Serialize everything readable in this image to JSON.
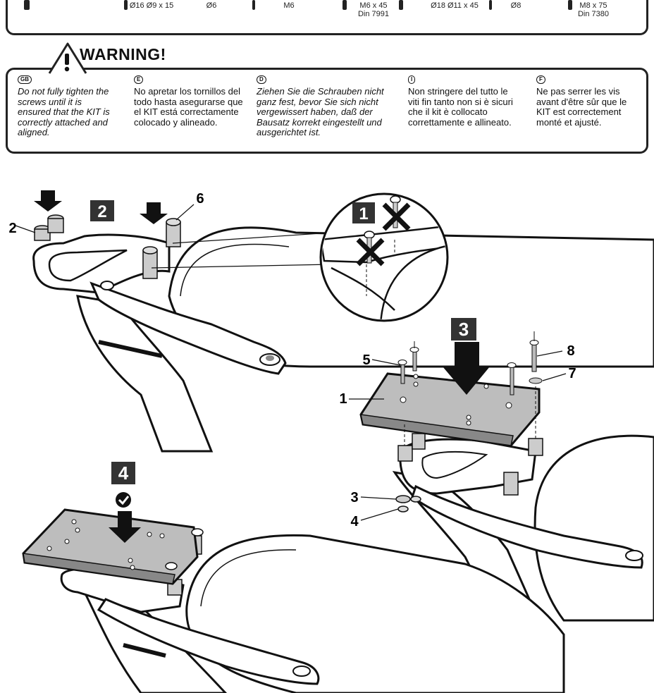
{
  "parts_specs": [
    {
      "id": "spec-1",
      "text": "Ø16 Ø9 x 15"
    },
    {
      "id": "spec-2",
      "text": "Ø6"
    },
    {
      "id": "spec-3",
      "text": "M6"
    },
    {
      "id": "spec-4",
      "text": "M6 x 45\nDin 7991"
    },
    {
      "id": "spec-5",
      "text": "Ø18 Ø11 x 45"
    },
    {
      "id": "spec-6",
      "text": "Ø8"
    },
    {
      "id": "spec-7",
      "text": "M8 x 75\nDin 7380"
    }
  ],
  "warning": {
    "title": "WARNING!",
    "icon": "warning-triangle-icon",
    "languages": [
      {
        "code": "GB",
        "text": "Do not fully tighten the screws until it is ensured that the KIT is correctly attached and aligned.",
        "italic": true
      },
      {
        "code": "E",
        "text": "No apretar los tornillos del todo hasta asegurarse que el KIT está correctamente colocado y alineado.",
        "italic": false
      },
      {
        "code": "D",
        "text": "Ziehen Sie die Schrauben nicht ganz fest, bevor Sie sich nicht vergewissert haben, daß der Bausatz korrekt eingestellt und ausgerichtet ist.",
        "italic": true
      },
      {
        "code": "I",
        "text": "Non stringere del tutto le viti fin tanto non si è sicuri che il kit è collocato correttamente e allineato.",
        "italic": false
      },
      {
        "code": "F",
        "text": "Ne pas serrer les vis avant d'être sûr que le KIT est correctement monté et ajusté.",
        "italic": false
      }
    ]
  },
  "steps": {
    "step1": "1",
    "step2": "2",
    "step3": "3",
    "step4": "4"
  },
  "part_labels": {
    "p1": "1",
    "p2": "2",
    "p3": "3",
    "p4": "4",
    "p5": "5",
    "p6": "6",
    "p7": "7",
    "p8": "8"
  },
  "colors": {
    "ink": "#1a1a1a",
    "plate": "#bdbdbd",
    "step_badge": "#333333"
  }
}
